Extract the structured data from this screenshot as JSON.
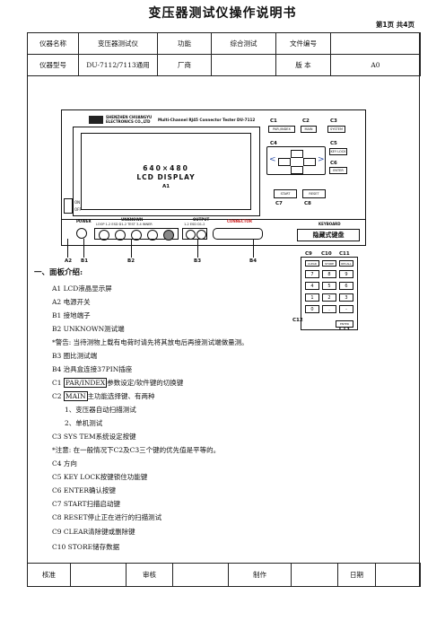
{
  "document": {
    "title": "变压器测试仪操作说明书",
    "page_info": "第1页 共4页"
  },
  "header_table": {
    "row1": [
      "仪器名称",
      "变压器测试仪",
      "功能",
      "综合测试",
      "文件编号",
      ""
    ],
    "row2": [
      "仪器型号",
      "DU-7112/7113通用",
      "厂商",
      "",
      "版  本",
      "A0"
    ]
  },
  "device": {
    "brand_line1": "SHENZHEN CHUANGYU",
    "brand_line2": "ELECTRONICS CO.,LTD",
    "model_title": "Multi-Channel RJ45 Connector Tester  DU-7112",
    "screen_line1": "640×480",
    "screen_line2": "LCD DISPLAY",
    "screen_tag": "A1",
    "power_on": "ON",
    "power_off": "OFF",
    "power_label": "POWER",
    "unknown_label": "UNKNOWN",
    "ports_row": "LOOP 1-2   ESD   D1-2   TEST 3-4   INNER",
    "cmp_label": "OUTPUT",
    "cmp_sub": "1-2  ESD  D1-2",
    "fixture_label": "CONNECTOR",
    "keyboard_label": "KEYBOARD",
    "hidden_label": "隐藏式键盘",
    "c_labels": [
      "C1",
      "C2",
      "C3",
      "C4",
      "C5",
      "C6",
      "C7",
      "C8"
    ],
    "key_texts": [
      "PAR./INDEX",
      "MAIN",
      "SYSTEM",
      "KEY LOCK",
      "ENTER",
      "START",
      "RESET"
    ],
    "bottom_tags": [
      "A2",
      "B1",
      "B2",
      "B3",
      "B4"
    ],
    "keypad_tags": [
      "C9",
      "C10",
      "C11",
      "C12",
      "C13"
    ],
    "keypad_top": [
      "CLEAR",
      "STORE",
      "RECALL"
    ],
    "keypad_digits": [
      "7",
      "8",
      "9",
      "4",
      "5",
      "6",
      "1",
      "2",
      "3",
      "0",
      ".",
      "-"
    ],
    "keypad_enter": "ENTER"
  },
  "section_title": "一、面板介绍:",
  "lines": [
    "A1 LCD液晶显示屏",
    "A2 电源开关",
    "B1 接地端子",
    "B2 UNKNOWN测试端",
    "*警告: 当待测物上载有电荷时请先将其放电后再接测试端做量测。",
    "B3 圈比测试端",
    "B4 治具盒连接37PIN插座",
    "C1 ",
    "C2 ",
    "1、变压器自动扫描测试",
    "2、单机测试",
    "C3 SYS TEM系统设定按键",
    "*注意: 在一般情况下C2及C3三个键的优先值是平等的。",
    "C4 方向",
    "C5 KEY LOCK按键锁住功能键",
    "C6 ENTER确认按键",
    "C7 START扫描启动键",
    "C8 RESET停止正在进行的扫描测试",
    "C9 CLEAR清除键或删除键",
    "C10 STORE储存数据"
  ],
  "c1_boxed": "PAR/INDEX",
  "c1_rest": "参数设定/软件键的切换键",
  "c2_boxed": "MAIN",
  "c2_rest": "主功能选择键、有两种",
  "footer_table": [
    "核准",
    "",
    "审核",
    "",
    "制作",
    "",
    "日期",
    ""
  ]
}
